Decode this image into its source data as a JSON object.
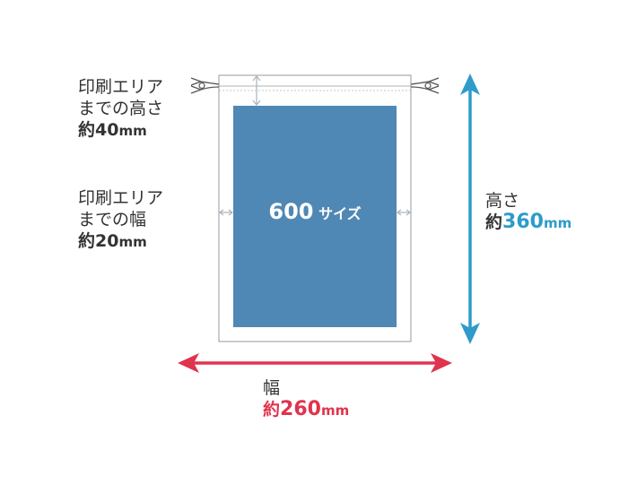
{
  "colors": {
    "bag_outline": "#9a9a9a",
    "print_area": "#4f88b4",
    "height_arrow": "#2e9bc9",
    "width_arrow": "#e0334e",
    "gap_arrow": "#a7b5bf",
    "text": "#333333"
  },
  "print_area": {
    "size_number": "600",
    "size_suffix": "サイズ"
  },
  "top_margin": {
    "line1": "印刷エリア",
    "line2": "までの高さ",
    "approx": "約",
    "value": "40",
    "unit": "mm"
  },
  "side_margin": {
    "line1": "印刷エリア",
    "line2": "までの幅",
    "approx": "約",
    "value": "20",
    "unit": "mm"
  },
  "height": {
    "label": "高さ",
    "approx": "約",
    "value": "360",
    "unit": "mm"
  },
  "width": {
    "label": "幅",
    "approx": "約",
    "value": "260",
    "unit": "mm"
  },
  "icons": {
    "left_cord": "drawstring-cord-left-icon",
    "right_cord": "drawstring-cord-right-icon"
  }
}
